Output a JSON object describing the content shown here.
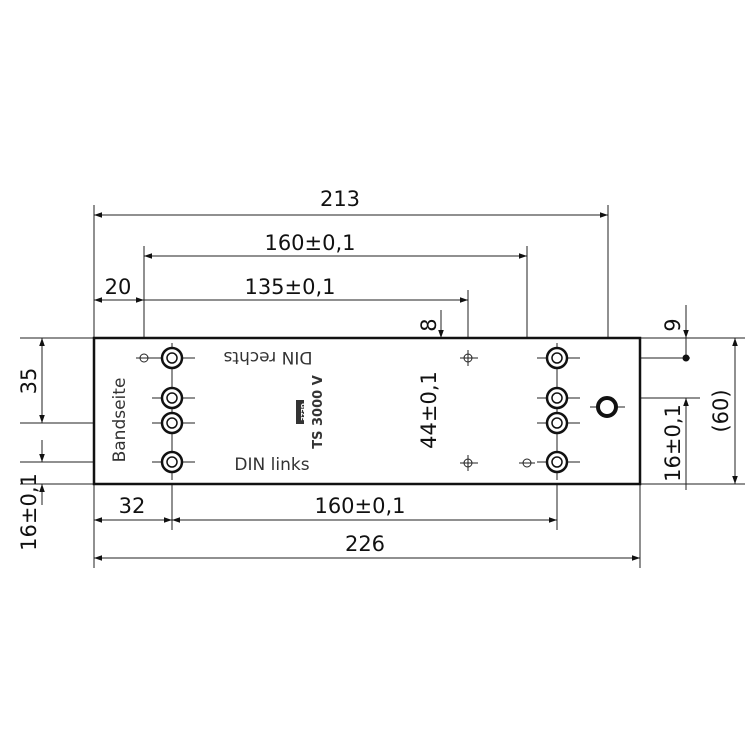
{
  "dimensions": {
    "overall_213": "213",
    "hole_spacing_top": "160±0,1",
    "small_hole_spacing": "135±0,1",
    "left_offset_20": "20",
    "top_8": "8",
    "vertical_44": "44±0,1",
    "right_9": "9",
    "right_16": "16±0,1",
    "height_60": "(60)",
    "left_35": "35",
    "left_16": "16±0,1",
    "bottom_32": "32",
    "hole_spacing_bottom": "160±0,1",
    "overall_226": "226"
  },
  "plate_labels": {
    "side": "Bandseite",
    "din_right": "DIN rechts",
    "din_left": "DIN links",
    "model": "TS 3000 V",
    "logo": "GEZE"
  }
}
